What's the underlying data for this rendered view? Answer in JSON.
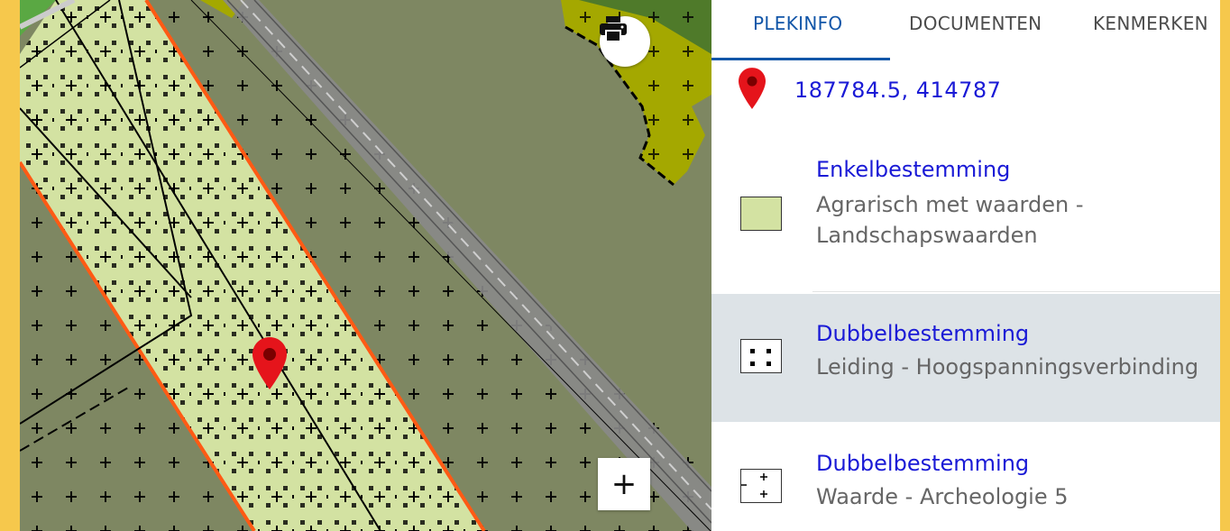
{
  "tabs": [
    {
      "label": "PLEKINFO",
      "active": true
    },
    {
      "label": "DOCUMENTEN",
      "active": false
    },
    {
      "label": "KENMERKEN",
      "active": false
    }
  ],
  "location": {
    "coordinates": "187784.5, 414787",
    "icon": "map-marker-icon"
  },
  "items": [
    {
      "category": "Enkelbestemming",
      "name": "Agrarisch met waarden - Landschapswaarden",
      "swatch": "#d3e2a2"
    },
    {
      "category": "Dubbelbestemming",
      "name": "Leiding - Hoogspanningsverbinding",
      "swatch": "dots"
    },
    {
      "category": "Dubbelbestemming",
      "name": "Waarde - Archeologie 5",
      "swatch": "crosses"
    }
  ],
  "map": {
    "print_icon": "printer-icon",
    "zoom_in_label": "+",
    "colors": {
      "background": "#7e8762",
      "strip": "#d3e2a2",
      "strip_edge": "#ff5a14",
      "road": "#808080",
      "yellow_green": "#a4a800",
      "marker": "#e5141b"
    }
  },
  "colors": {
    "frame": "#f6c84c",
    "accent": "#1256a8",
    "link": "#1a1ad6",
    "highlight_row": "#dde3e7"
  }
}
